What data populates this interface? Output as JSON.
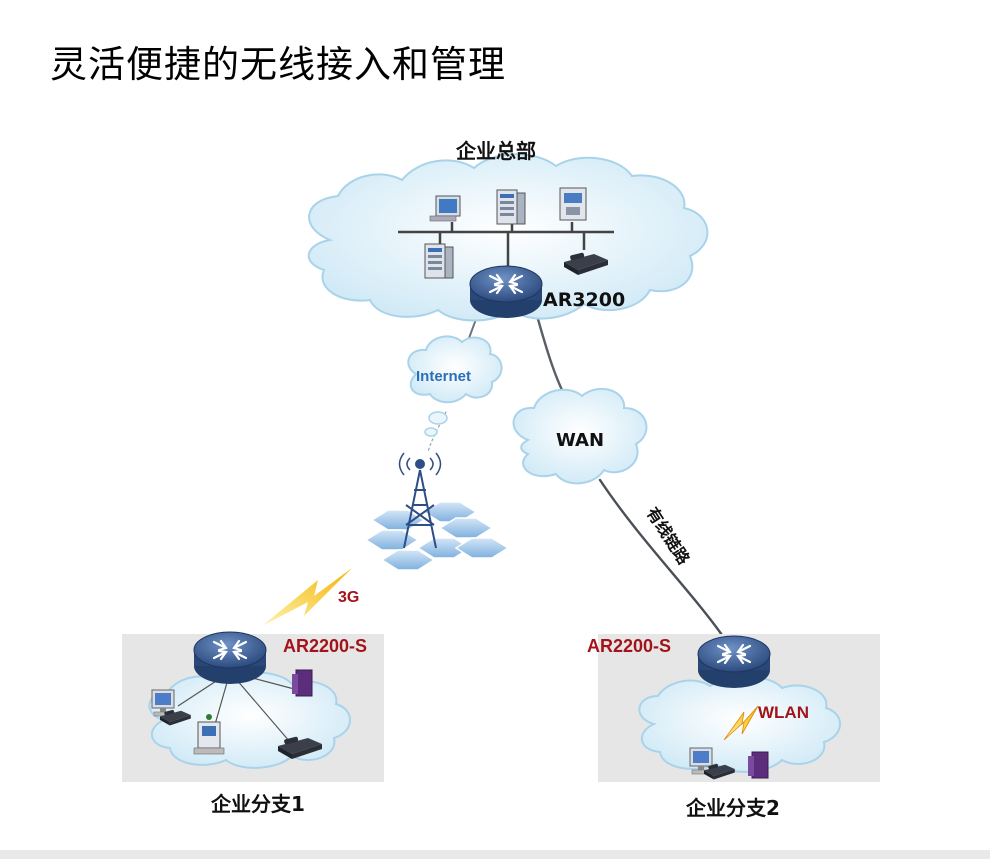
{
  "title": "灵活便捷的无线接入和管理",
  "headquarters": {
    "label": "企业总部",
    "router": "AR3200"
  },
  "internet": {
    "label": "Internet"
  },
  "wan": {
    "label": "WAN"
  },
  "wired_link": {
    "label": "有线链路"
  },
  "wireless_3g": {
    "label": "3G"
  },
  "branch1": {
    "label": "企业分支1",
    "router": "AR2200-S"
  },
  "branch2": {
    "label": "企业分支2",
    "router": "AR2200-S",
    "wlan": "WLAN"
  },
  "colors": {
    "cloud_fill": "#dff1fa",
    "cloud_stroke": "#a9d3ea",
    "router_blue": "#3b5f97",
    "label_red": "#a3131a",
    "internet_blue": "#2a6fb8",
    "bolt_yellow": "#f5c400",
    "branch_bg": "#e6e6e6"
  }
}
